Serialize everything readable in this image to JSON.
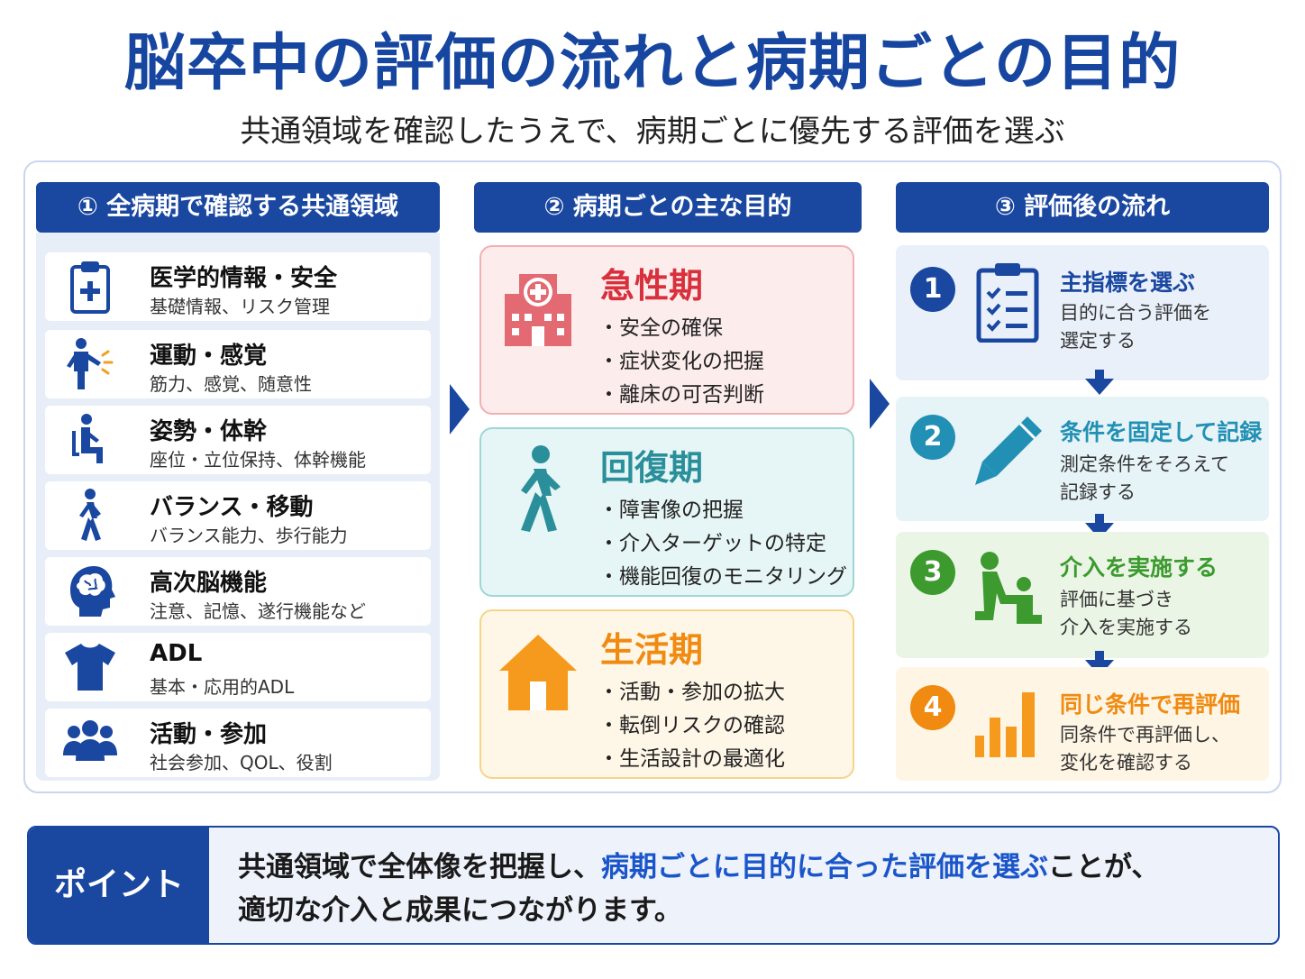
{
  "title": "脳卒中の評価の流れと病期ごとの目的",
  "subtitle": "共通領域を確認したうえで、病期ごとに優先する評価を選ぶ",
  "columns": {
    "col1": "① 全病期で確認する共通領域",
    "col2": "② 病期ごとの主な目的",
    "col3": "③ 評価後の流れ"
  },
  "common_areas": [
    {
      "title": "医学的情報・安全",
      "desc": "基礎情報、リスク管理",
      "icon": "clipboard-plus-icon"
    },
    {
      "title": "運動・感覚",
      "desc": "筋力、感覚、随意性",
      "icon": "person-motion-icon"
    },
    {
      "title": "姿勢・体幹",
      "desc": "座位・立位保持、体幹機能",
      "icon": "seated-person-icon"
    },
    {
      "title": "バランス・移動",
      "desc": "バランス能力、歩行能力",
      "icon": "walking-person-icon"
    },
    {
      "title": "高次脳機能",
      "desc": "注意、記憶、遂行機能など",
      "icon": "brain-head-icon"
    },
    {
      "title": "ADL",
      "desc": "基本・応用的ADL",
      "icon": "shirt-icon"
    },
    {
      "title": "活動・参加",
      "desc": "社会参加、QOL、役割",
      "icon": "people-group-icon"
    }
  ],
  "phases": [
    {
      "name": "急性期",
      "items": [
        "安全の確保",
        "症状変化の把握",
        "離床の可否判断"
      ],
      "color": "#d8303c",
      "bg": "#fdecec",
      "border": "#f0b0b4",
      "icon": "hospital-icon"
    },
    {
      "name": "回復期",
      "items": [
        "障害像の把握",
        "介入ターゲットの特定",
        "機能回復のモニタリング"
      ],
      "color": "#2a8f9a",
      "bg": "#e6f5f5",
      "border": "#9fd6d6",
      "icon": "walking-person-icon"
    },
    {
      "name": "生活期",
      "items": [
        "活動・参加の拡大",
        "転倒リスクの確認",
        "生活設計の最適化"
      ],
      "color": "#f08a10",
      "bg": "#fef6e6",
      "border": "#f5d48a",
      "icon": "house-icon"
    }
  ],
  "steps": [
    {
      "num": "1",
      "title": "主指標を選ぶ",
      "desc1": "目的に合う評価を",
      "desc2": "選定する",
      "color": "#1a47a0",
      "bg": "#e9f0fa",
      "icon": "checklist-icon"
    },
    {
      "num": "2",
      "title": "条件を固定して記録",
      "desc1": "測定条件をそろえて",
      "desc2": "記録する",
      "color": "#2290b4",
      "bg": "#e6f3f7",
      "icon": "pencil-icon"
    },
    {
      "num": "3",
      "title": "介入を実施する",
      "desc1": "評価に基づき",
      "desc2": "介入を実施する",
      "color": "#3c9a2e",
      "bg": "#ebf5e6",
      "icon": "therapist-icon"
    },
    {
      "num": "4",
      "title": "同じ条件で再評価",
      "desc1": "同条件で再評価し、",
      "desc2": "変化を確認する",
      "color": "#f08a10",
      "bg": "#fef5e4",
      "icon": "bar-chart-icon"
    }
  ],
  "point": {
    "label": "ポイント",
    "text_a": "共通領域で全体像を把握し、",
    "text_highlight": "病期ごとに目的に合った評価を選ぶ",
    "text_b": "ことが、",
    "text_c": "適切な介入と成果につながります。"
  }
}
